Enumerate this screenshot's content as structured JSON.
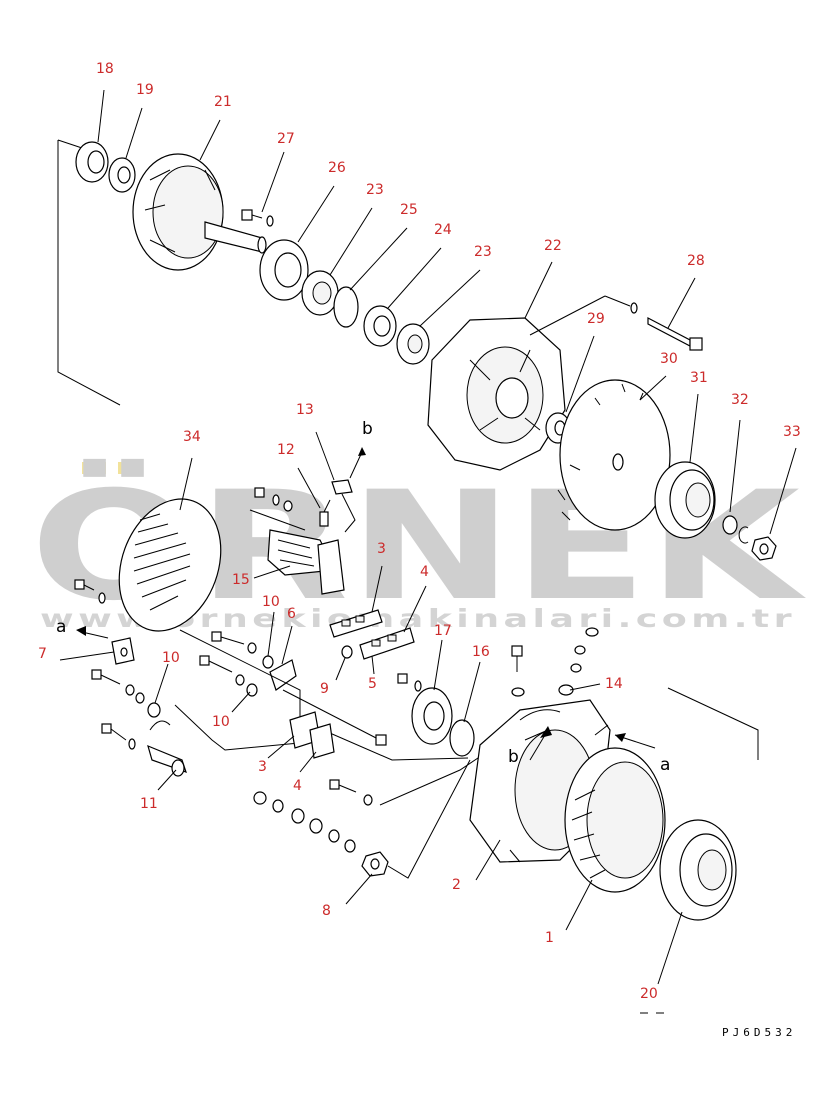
{
  "watermark": {
    "brand": "ÖRNEK",
    "url": "www.ornekiomakinalari.com.tr"
  },
  "drawing_code": "PJ6D532",
  "colors": {
    "callout": "#cc2b2b",
    "line": "#000000",
    "watermark": "#cfcfcf",
    "watermark_accent": "#f2e29a"
  },
  "view_refs": {
    "a": "a",
    "b": "b"
  },
  "callouts": {
    "p1": "1",
    "p2": "2",
    "p3a": "3",
    "p3b": "3",
    "p4a": "4",
    "p4b": "4",
    "p5": "5",
    "p6": "6",
    "p7": "7",
    "p8": "8",
    "p9": "9",
    "p10a": "10",
    "p10b": "10",
    "p10c": "10",
    "p11": "11",
    "p12": "12",
    "p13": "13",
    "p14": "14",
    "p15": "15",
    "p16": "16",
    "p17": "17",
    "p18": "18",
    "p19": "19",
    "p20": "20",
    "p21": "21",
    "p22": "22",
    "p23a": "23",
    "p23b": "23",
    "p24": "24",
    "p25": "25",
    "p26": "26",
    "p27": "27",
    "p28": "28",
    "p29": "29",
    "p30": "30",
    "p31": "31",
    "p32": "32",
    "p33": "33",
    "p34": "34"
  }
}
